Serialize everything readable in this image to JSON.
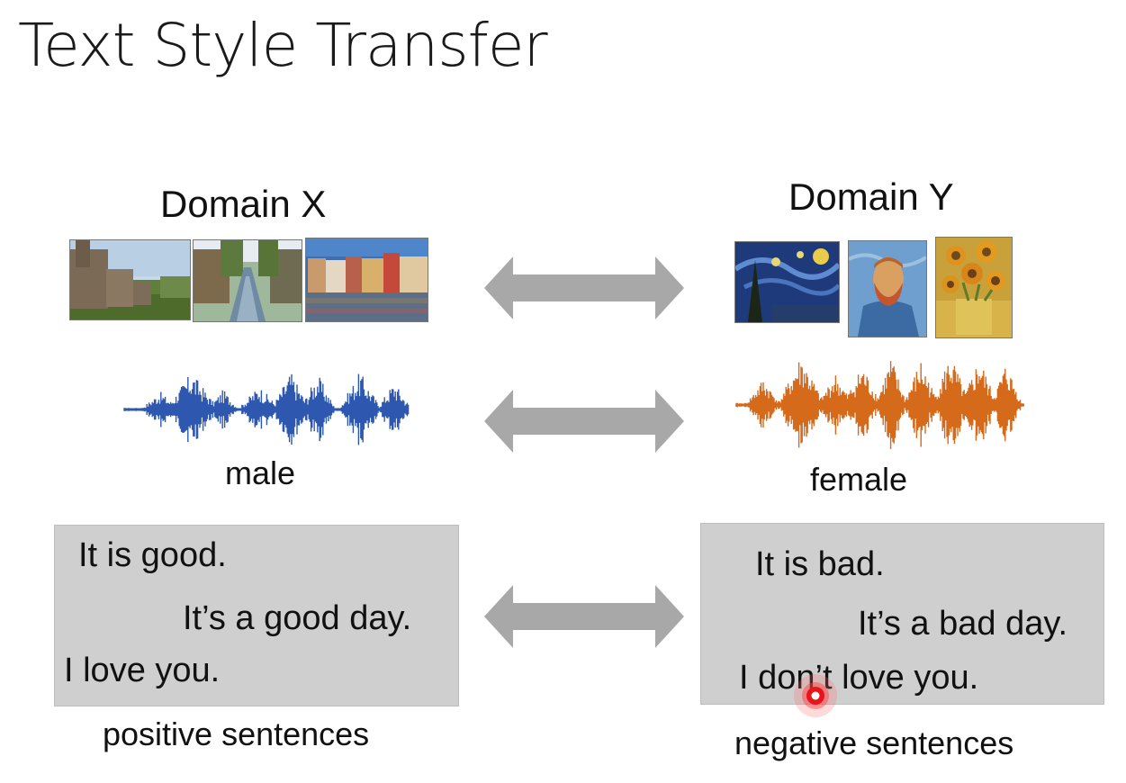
{
  "slide": {
    "title": "Text Style Transfer"
  },
  "domain_x": {
    "heading": "Domain X",
    "image_subjects": [
      "castle-photo",
      "canal-photo",
      "harbor-town-photo"
    ],
    "audio_label": "male",
    "box_sentences": [
      "It is good.",
      "It’s a good day.",
      "I love you."
    ],
    "box_caption": "positive sentences"
  },
  "domain_y": {
    "heading": "Domain Y",
    "image_subjects": [
      "starry-night-painting",
      "self-portrait-painting",
      "sunflowers-painting"
    ],
    "audio_label": "female",
    "box_sentences": [
      "It is bad.",
      "It’s a bad day.",
      "I don’t love you."
    ],
    "box_caption": "negative sentences"
  },
  "colors": {
    "arrow": "#a8a8a8",
    "male_wave": "#2e58b0",
    "female_wave": "#d46a1a",
    "box_fill": "#cfcfcf",
    "pointer": "#e8141c"
  },
  "icons": {
    "arrows": [
      "double-arrow-icon",
      "double-arrow-icon",
      "double-arrow-icon"
    ],
    "cursor": "laser-pointer-icon"
  }
}
